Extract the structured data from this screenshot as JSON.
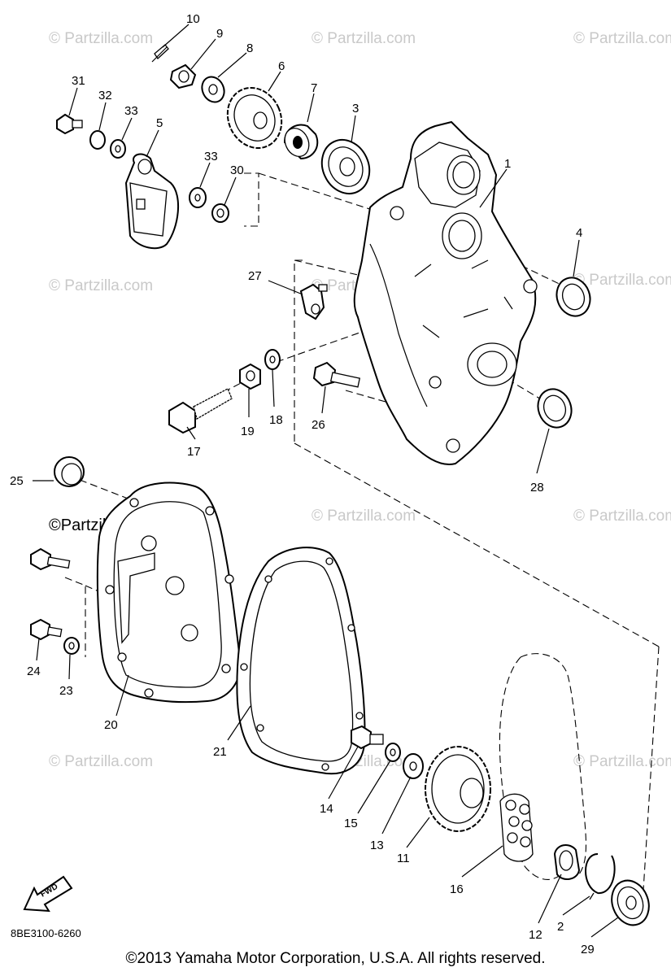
{
  "watermark": "© Partzilla.com",
  "watermark_logo": "©Partzilla.com",
  "diagram_code": "8BE3100-6260",
  "fwd_label": "FWD",
  "copyright": "©2013 Yamaha Motor Corporation, U.S.A. All rights reserved.",
  "callouts": [
    "1",
    "2",
    "3",
    "4",
    "5",
    "6",
    "7",
    "8",
    "9",
    "10",
    "11",
    "12",
    "13",
    "14",
    "15",
    "16",
    "17",
    "18",
    "19",
    "20",
    "21",
    "23",
    "24",
    "25",
    "26",
    "27",
    "28",
    "29",
    "30",
    "31",
    "32",
    "33",
    "33"
  ]
}
